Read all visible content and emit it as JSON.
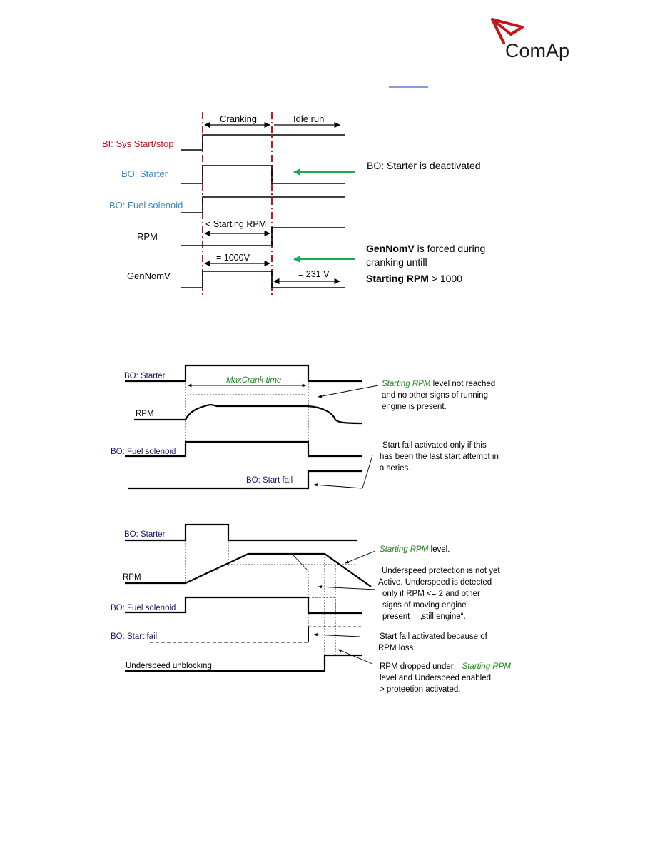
{
  "brand": {
    "name": "ComAp",
    "accent": "#c4161c"
  },
  "colors": {
    "red": "#c4161c",
    "blue": "#3e86c4",
    "navy": "#1a1a6e",
    "green": "#1e8a1e",
    "arrow_green": "#1faa4a"
  },
  "d1": {
    "cranking": "Cranking",
    "idle_run": "Idle run",
    "bi_sys": "BI: Sys Start/stop",
    "bo_starter": "BO: Starter",
    "bo_fuel": "BO: Fuel solenoid",
    "rpm": "RPM",
    "genNomV": "GenNomV",
    "lt_starting_rpm": "< Starting RPM",
    "eq_1000v": "= 1000V",
    "eq_231v": "= 231 V",
    "note_starter_prefix": "BO:",
    "note_starter_rest": " Starter is deactivated",
    "note_gen_bold": "GenNomV",
    "note_gen_rest": " is forced during",
    "note_gen_line2": "cranking untill",
    "note_gen_bold2": "Starting RPM",
    "note_gen_rest2": " > 1000"
  },
  "d2": {
    "bo_starter": "BO: Starter",
    "rpm": "RPM",
    "bo_fuel": "BO: Fuel solenoid",
    "bo_startfail": "BO: Start fail",
    "maxcrank": "MaxCrank time",
    "note1_italic": "Starting RPM",
    "note1_rest": " level not reached",
    "note1_line2": "and no other signs of running",
    "note1_line3": "engine is present.",
    "note2_line1": "Start fail activated only if this",
    "note2_line2": "has been the last start attempt in",
    "note2_line3": "a series."
  },
  "d3": {
    "bo_starter": "BO: Starter",
    "rpm": "RPM",
    "bo_fuel": "BO: Fuel solenoid",
    "bo_startfail": "BO: Start fail",
    "underspeed_unblocking": "Underspeed unblocking",
    "note1_italic": "Starting RPM",
    "note1_rest": "  level.",
    "note2_line1": "Underspeed protection is not yet",
    "note2_line2": "Active. Underspeed is detected",
    "note2_line3": "only if RPM <= 2 and other",
    "note2_line4": "signs of moving engine",
    "note2_line5": "present = „still engine“.",
    "note3_line1": "Start fail activated   because of",
    "note3_line2": "RPM loss.",
    "note4_line1": "RPM dropped under",
    "note4_italic": "Starting RPM",
    "note4_line2": "level and Underspeed enabled",
    "note4_line3": " > proteetion activated."
  }
}
